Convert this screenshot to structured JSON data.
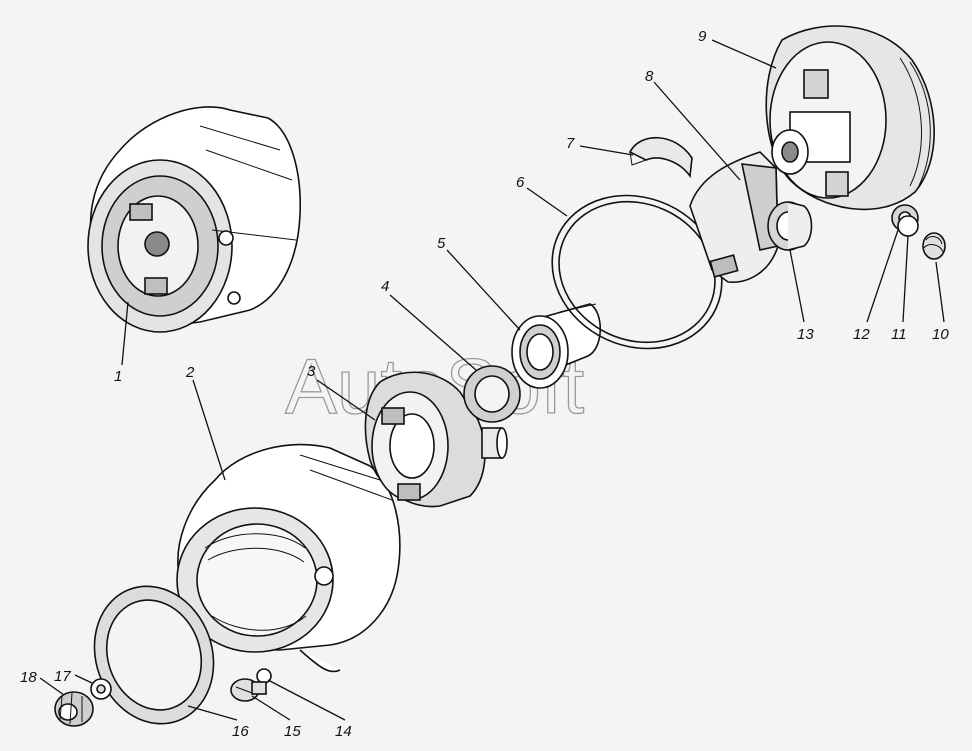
{
  "watermark": "AutoSoft",
  "callouts": [
    "1",
    "2",
    "3",
    "4",
    "5",
    "6",
    "7",
    "8",
    "9",
    "10",
    "11",
    "12",
    "13",
    "14",
    "15",
    "16",
    "17",
    "18"
  ],
  "colors": {
    "background": "#f4f4f4",
    "ink": "#111111",
    "watermark": "#9a9a9a"
  }
}
